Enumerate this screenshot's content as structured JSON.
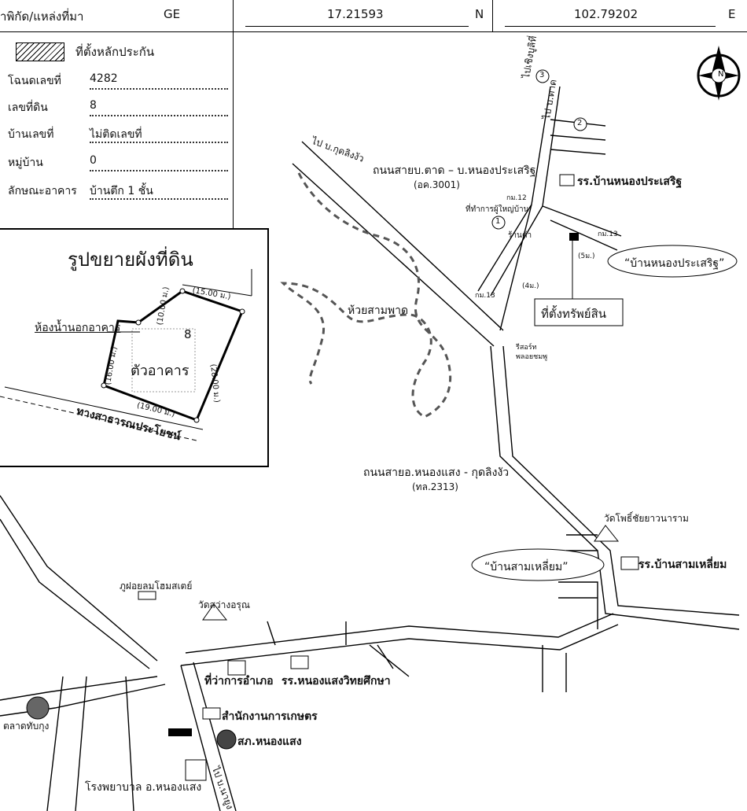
{
  "header": {
    "label": "ำพิกัด/แหล่งที่มา",
    "source": "GE",
    "lat": "17.21593",
    "lat_dir": "N",
    "lon": "102.79202",
    "lon_dir": "E"
  },
  "legend": {
    "title": "ที่ตั้งหลักประกัน",
    "rows": [
      {
        "label": "โฉนดเลขที่",
        "value": "4282"
      },
      {
        "label": "เลขที่ดิน",
        "value": "8"
      },
      {
        "label": "บ้านเลขที่",
        "value": "ไม่ติดเลขที่"
      },
      {
        "label": "หมู่บ้าน",
        "value": "0"
      },
      {
        "label": "ลักษณะอาคาร",
        "value": "บ้านตึก 1 ชั้น"
      }
    ]
  },
  "inset": {
    "title": "รูปขยายผังที่ดิน",
    "parcel_no": "8",
    "building": "ตัวอาคาร",
    "room": "ห้องน้ำนอกอาคาร",
    "road": "ทางสาธารณประโยชน์",
    "dims": [
      "(15.00 ม.)",
      "(10.00 ม.)",
      "(16.00 ม.)",
      "(28.00 ม.)",
      "(19.00 ม.)"
    ]
  },
  "map": {
    "north": "N",
    "to_ta_kad": "ไป บ.ตาด",
    "to_chok": "ไปเชิงบูลิที่",
    "to_kut": "ไป บ.กุดลิงงัว",
    "road1": "ถนนสายบ.ตาด – บ.หนองประเสริฐ",
    "road1_code": "(อค.3001)",
    "road2": "ถนนสายอ.หนองแสง - กุดลิงงัว",
    "road2_code": "(ทล.2313)",
    "school1": "รร.บ้านหนองประเสริฐ",
    "village1": "“บ้านหนองประเสริฐ”",
    "property": "ที่ตั้งทรัพย์สิน",
    "headman": "ที่ทำการผู้ใหญ่บ้าน",
    "shop": "ร้านค้า",
    "km12": "กม.12",
    "km13": "กม.13",
    "km13b": "กม.13",
    "stream": "ห้วยสามพาด",
    "resort": "รีสอร์ท",
    "resort2": "พลอยชมพู",
    "temple1": "วัดโพธิ์ชัยยาวนาราม",
    "village2": "“บ้านสามเหลี่ยม”",
    "school2": "รร.บ้านสามเหลี่ยม",
    "homestay": "ภูฝอยลมโฮมสเตย์",
    "temple2": "วัดสว่างอรุณ",
    "district_office": "ที่ว่าการอำเภอ",
    "school3": "รร.หนองแสงวิทยศึกษา",
    "agri_office": "สำนักงานการเกษตร",
    "police": "สภ.หนองแสง",
    "market": "ตลาดทับกุง",
    "hospital": "โรงพยาบาล อ.หนองแสง",
    "to_na_yung": "ไป บ.นายูง",
    "marker1": "1",
    "marker2": "2",
    "marker3": "3",
    "dist1": "(5ม.)",
    "dist2": "(4ม.)"
  }
}
